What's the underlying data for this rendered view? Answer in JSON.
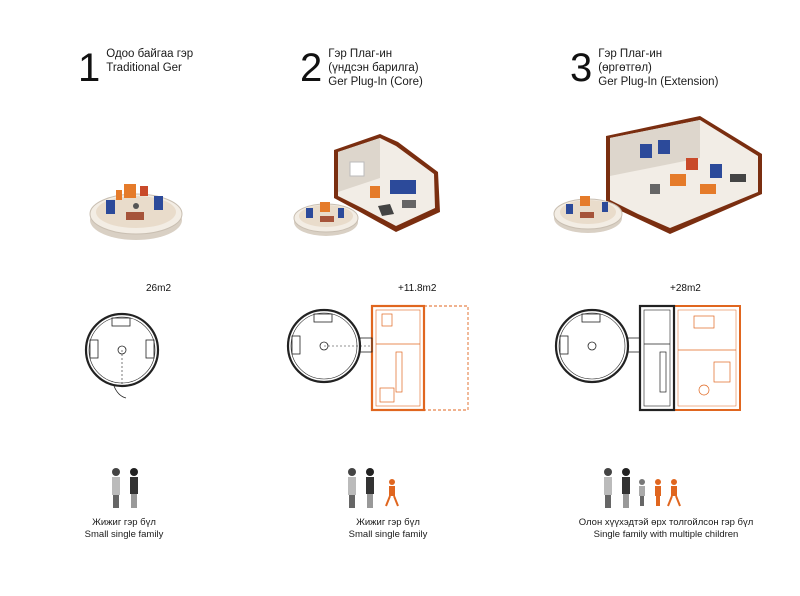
{
  "colors": {
    "accent": "#e0661f",
    "dark_wall": "#7a2e10",
    "line": "#222222",
    "floor": "#efe6da",
    "bed": "#2c4a9a",
    "furniture": "#e57b2a"
  },
  "panels": [
    {
      "number": "1",
      "title_mn": "Одоо байгаа гэр",
      "title_en": "Traditional Ger",
      "title_en2": "",
      "area": "26m2",
      "caption_mn": "Жижиг гэр бүл",
      "caption_en": "Small single family"
    },
    {
      "number": "2",
      "title_mn": "Гэр Плаг-ин",
      "title_en": "(үндсэн барилга)",
      "title_en2": "Ger Plug-In (Core)",
      "area": "+11.8m2",
      "caption_mn": "Жижиг гэр бүл",
      "caption_en": "Small single family"
    },
    {
      "number": "3",
      "title_mn": "Гэр Плаг-ин",
      "title_en": "(өргөтгөл)",
      "title_en2": "Ger Plug-In (Extension)",
      "area": "+28m2",
      "caption_mn": "Олон хүүхэдтэй өрх толгойлсон гэр бүл",
      "caption_en": "Single family with multiple children"
    }
  ]
}
